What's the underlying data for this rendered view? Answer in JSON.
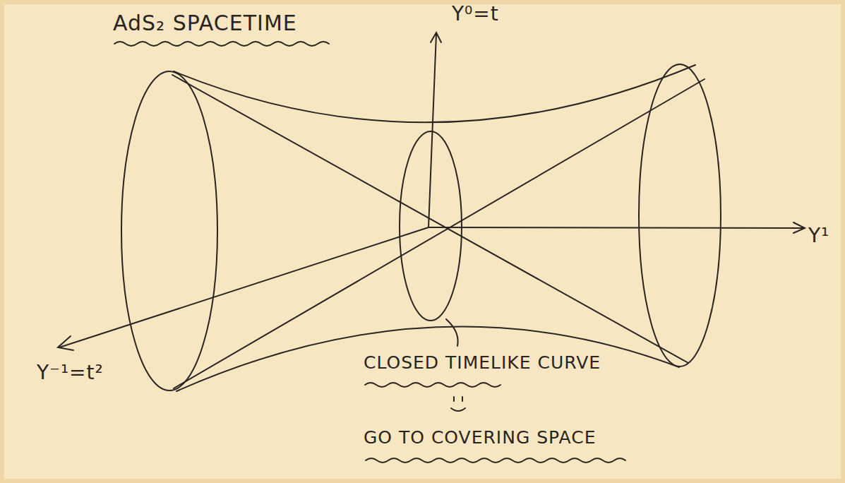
{
  "diagram": {
    "title": "AdS₂ SPACETIME",
    "labels": [
      "Y⁰=t",
      "Y¹",
      "Y⁻¹=t²",
      "CLOSED TIMELIKE CURVE",
      "GO TO COVERING SPACE"
    ]
  }
}
